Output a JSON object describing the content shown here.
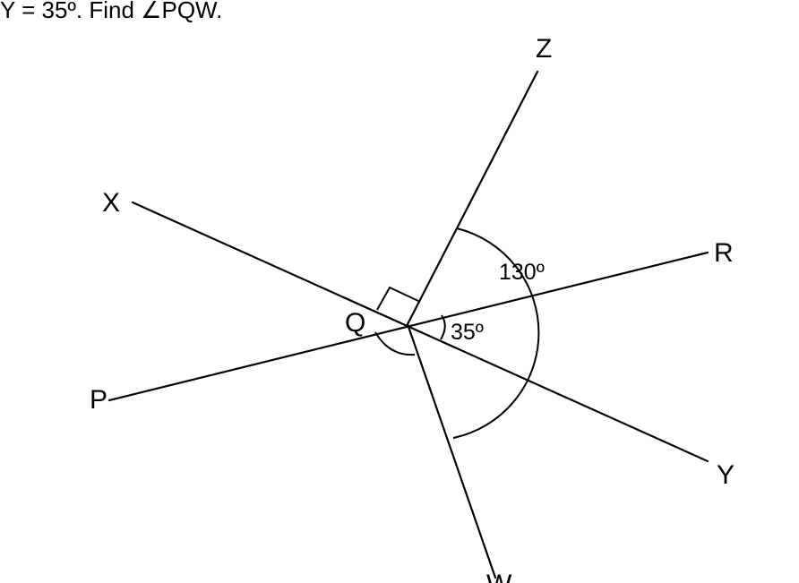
{
  "problem": {
    "text": "Y = 35º. Find ∠PQW."
  },
  "diagram": {
    "points": {
      "X": "X",
      "Z": "Z",
      "R": "R",
      "Q": "Q",
      "P": "P",
      "Y": "Y",
      "W": "W"
    },
    "angles": {
      "obtuse": "130º",
      "acute": "35º"
    }
  }
}
